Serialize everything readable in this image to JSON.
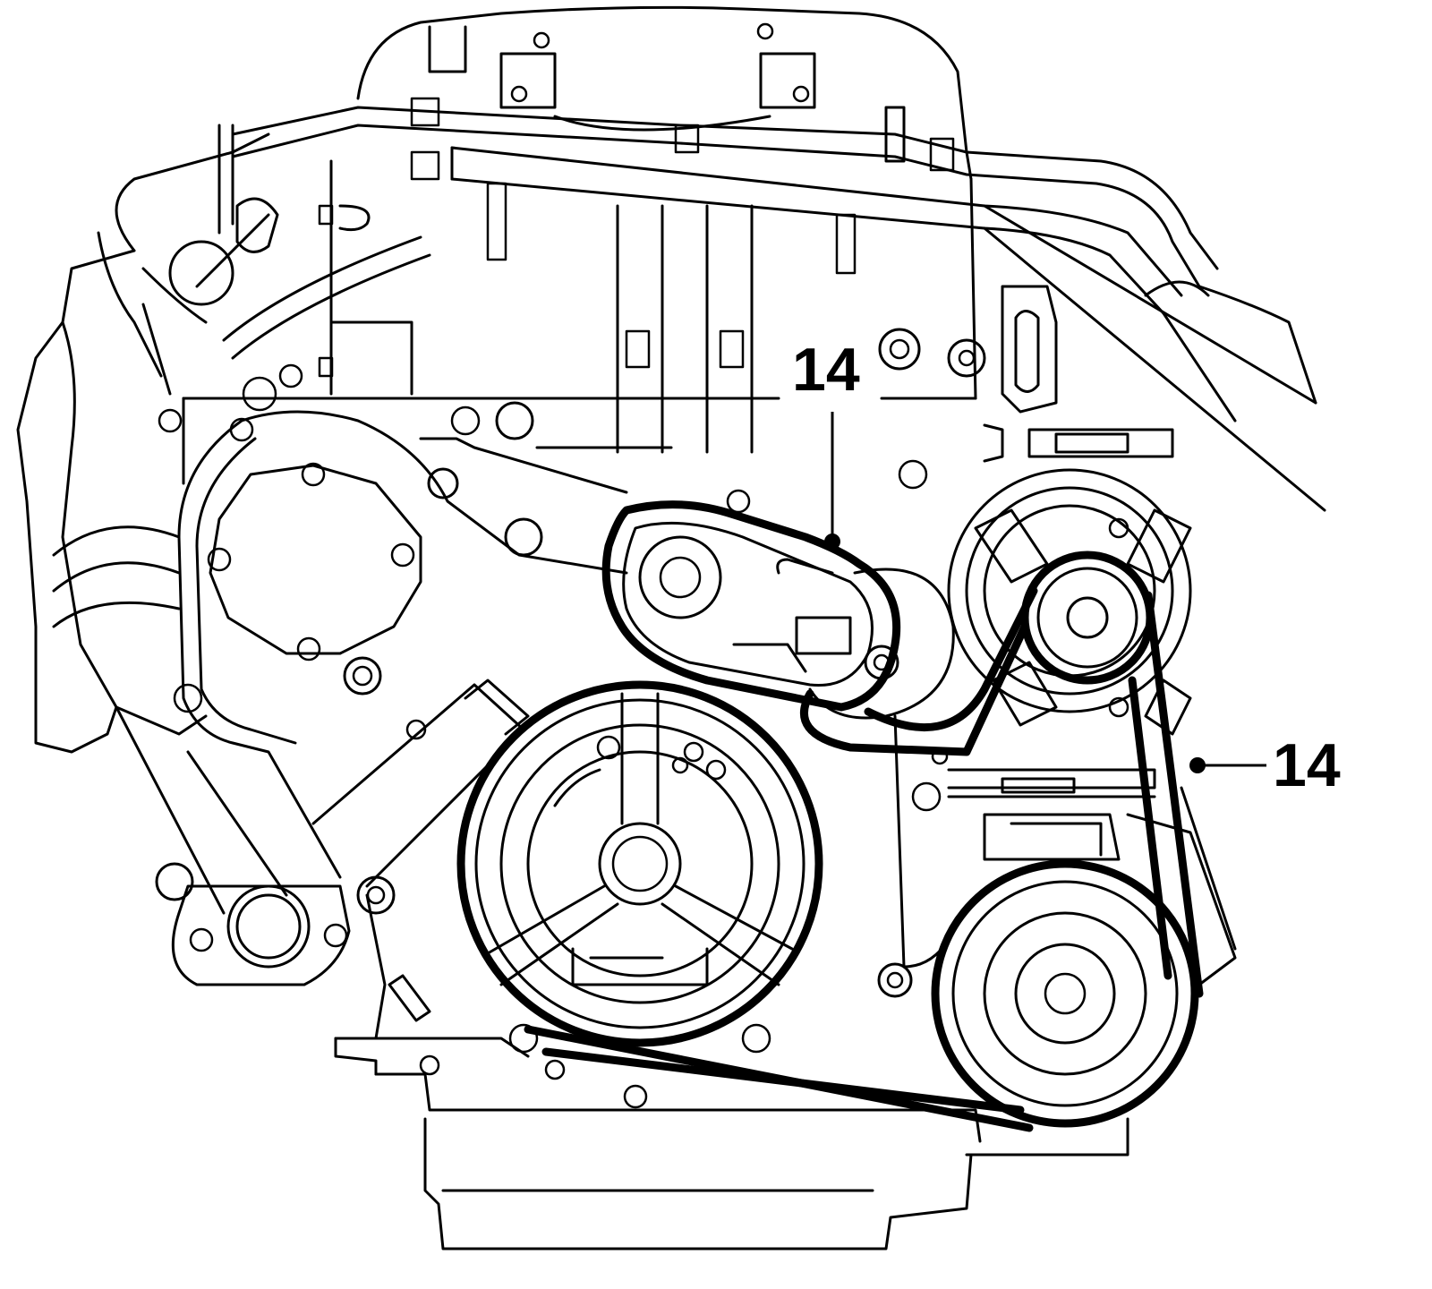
{
  "callouts": [
    {
      "id": "belt-tensioner-callout",
      "label": "14"
    },
    {
      "id": "drive-belt-callout",
      "label": "14"
    }
  ],
  "colors": {
    "line": "#000000",
    "background": "#ffffff"
  }
}
